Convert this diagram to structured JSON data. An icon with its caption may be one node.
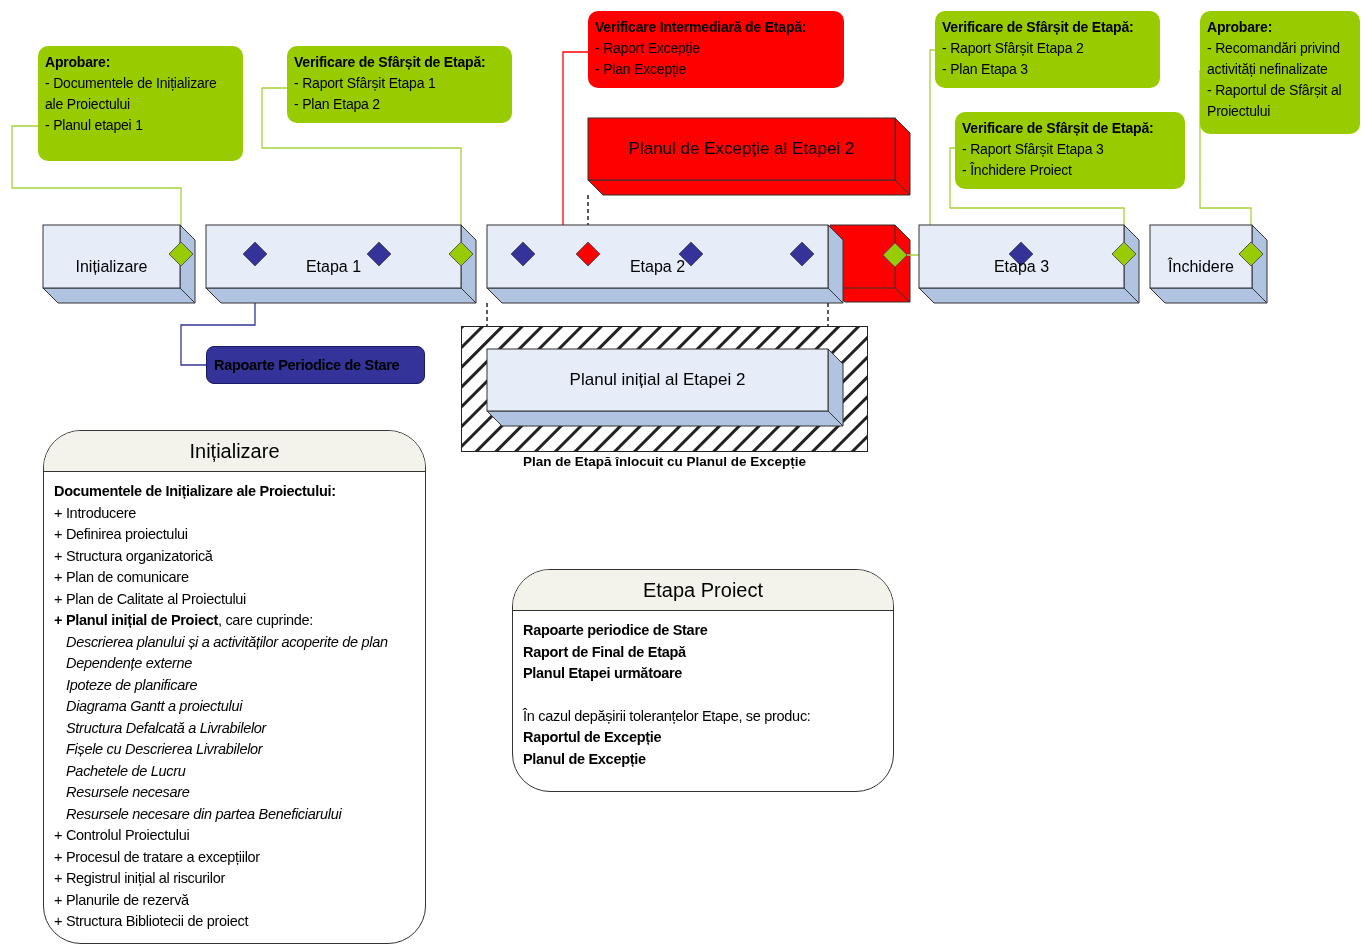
{
  "diagram": {
    "nodes": [
      {
        "text": [
          "Aprobare:",
          "- Documentele de Inițializare ale Proiectului",
          "- Planul etapei 1"
        ]
      },
      {
        "text": [
          "Verificare de Sfârșit de Etapă:",
          "- Raport Sfârșit Etapa 1",
          "- Plan Etapa 2"
        ]
      },
      {
        "text": [
          "Verificare Intermediară de Etapă:",
          "- Raport Excepție",
          "- Plan Excepție"
        ]
      },
      {
        "text": [
          "Verificare de Sfârșit de Etapă:",
          "- Raport Sfârșit Etapa 2",
          "- Plan Etapa 3"
        ]
      },
      {
        "text": [
          "Aprobare:",
          "- Recomandări privind activități nefinalizate",
          "- Raportul de Sfârșit al Proiectului"
        ]
      },
      {
        "text": [
          "Planul de Excepție al Etapei 2"
        ]
      },
      {
        "text": [
          "Verificare de Sfârșit de Etapă:",
          "- Raport Sfârșit Etapa 3",
          "- Închidere Proiect"
        ]
      },
      {
        "text": [
          "Inițializare"
        ]
      },
      {
        "text": [
          "Etapa 1"
        ]
      },
      {
        "text": [
          "Etapa 2"
        ]
      },
      {
        "text": [
          "Etapa 3"
        ]
      },
      {
        "text": [
          "Închidere"
        ]
      },
      {
        "text": [],
        "shape": "diamond"
      },
      {
        "text": [],
        "shape": "diamond",
        "in": 8
      },
      {
        "text": [],
        "shape": "diamond",
        "in": 8
      },
      {
        "text": [],
        "shape": "diamond"
      },
      {
        "text": [],
        "shape": "diamond",
        "in": 9
      },
      {
        "text": [],
        "shape": "diamond",
        "in": 9
      },
      {
        "text": [],
        "shape": "diamond",
        "in": 9
      },
      {
        "text": [],
        "shape": "diamond",
        "in": 9
      },
      {
        "text": [],
        "shape": "diamond"
      },
      {
        "text": [],
        "shape": "diamond",
        "in": 10
      },
      {
        "text": [],
        "shape": "diamond"
      },
      {
        "text": [],
        "shape": "diamond"
      },
      {
        "text": [
          "Rapoarte Periodice de Stare"
        ]
      },
      {
        "text": [
          "Plan de Etapă înlocuit cu Planul de Excepție"
        ]
      },
      {
        "text": [
          "Planul inițial al Etapei 2"
        ],
        "in": 25
      },
      {
        "text": [
          "Inițializare",
          "Documentele de Inițializare ale Proiectului:",
          "+ Introducere",
          "+ Definirea proiectului",
          "+ Structura organizatorică",
          "+ Plan de comunicare",
          "+ Plan de Calitate al Proiectului",
          "**+ Planul inițial de Proiect**, care cuprinde:",
          "Descrierea planului și a activităților acoperite de plan",
          "Dependențe externe",
          "Ipoteze de planificare",
          "Diagrama Gantt a proiectului",
          "Structura Defalcată a Livrabilelor",
          "Fișele cu Descrierea Livrabilelor",
          "Pachetele de Lucru",
          "Resursele necesare",
          "Resursele necesare din partea Beneficiarului",
          "+ Controlul Proiectului",
          "+ Procesul de tratare a excepțiilor",
          "+ Registrul inițial al riscurilor",
          "+ Planurile de rezervă",
          "+ Structura Bibliotecii de proiect"
        ]
      },
      {
        "text": [
          "Etapa Proiect",
          "Rapoarte periodice de Stare",
          "Raport de Final de Etapă",
          "Planul Etapei următoare",
          "În cazul depășirii toleranțelor Etape, se produc:",
          "Raportul de Excepție",
          "Planul de Excepție"
        ]
      }
    ],
    "edges": [
      {
        "from": 0,
        "to": 12,
        "arrow": "none"
      },
      {
        "from": 1,
        "to": 15,
        "arrow": "none"
      },
      {
        "from": 2,
        "to": 17,
        "arrow": "none",
        "color": "#ff0000"
      },
      {
        "from": 3,
        "to": 20,
        "arrow": "none"
      },
      {
        "from": 6,
        "to": 22,
        "arrow": "none"
      },
      {
        "from": 4,
        "to": 23,
        "arrow": "none"
      },
      {
        "from": 13,
        "to": 24,
        "arrow": "none",
        "color": "#333399"
      },
      {
        "from": 5,
        "to": 9,
        "arrow": "none",
        "style": "dashed",
        "color": "#000000"
      },
      {
        "from": 9,
        "to": 25,
        "arrow": "none",
        "style": "dashed",
        "color": "#000000"
      },
      {
        "from": 9,
        "to": 25,
        "arrow": "none",
        "style": "dashed",
        "color": "#000000"
      }
    ]
  }
}
